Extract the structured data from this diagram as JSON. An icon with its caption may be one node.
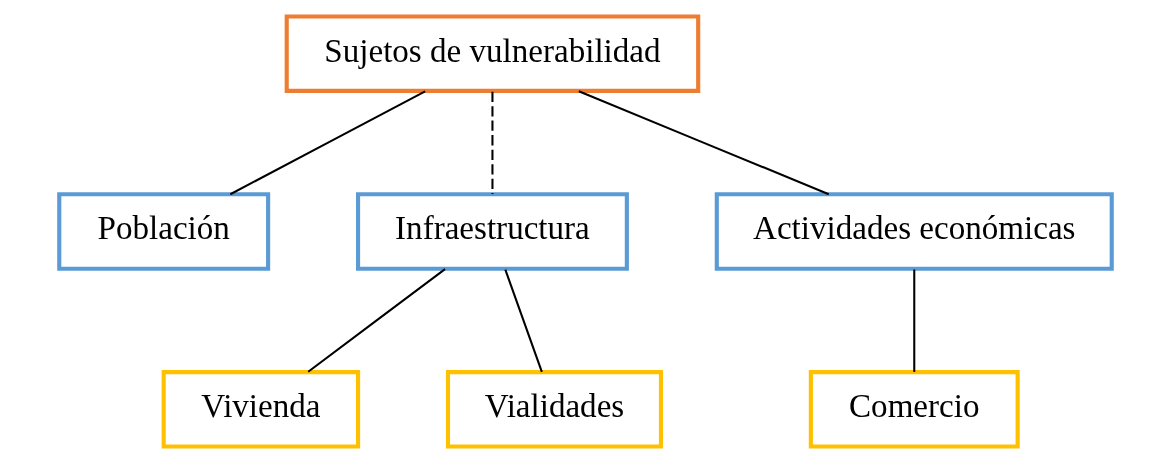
{
  "diagram": {
    "nodes": [
      {
        "text": [
          "Sujetos de vulnerabilidad"
        ]
      },
      {
        "text": [
          "Población"
        ]
      },
      {
        "text": [
          "Infraestructura"
        ]
      },
      {
        "text": [
          "Actividades económicas"
        ]
      },
      {
        "text": [
          "Vivienda"
        ]
      },
      {
        "text": [
          "Vialidades"
        ]
      },
      {
        "text": [
          "Comercio"
        ]
      }
    ],
    "edges": [
      {
        "from": 0,
        "to": 1,
        "arrow": "none"
      },
      {
        "from": 0,
        "to": 2,
        "arrow": "none",
        "style": "dashed"
      },
      {
        "from": 0,
        "to": 3,
        "arrow": "none"
      },
      {
        "from": 2,
        "to": 4,
        "arrow": "none"
      },
      {
        "from": 2,
        "to": 5,
        "arrow": "none"
      },
      {
        "from": 3,
        "to": 6,
        "arrow": "none"
      }
    ]
  }
}
